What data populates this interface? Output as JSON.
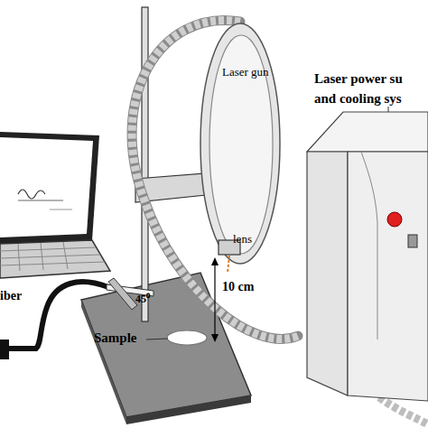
{
  "diagram": {
    "nodes": [
      {
        "text": [
          "Laser gun"
        ]
      },
      {
        "text": [
          "Laser power su and cooling sys"
        ]
      }
    ],
    "edges": [
      {
        "from": 0,
        "to": 1,
        "arrow": "none"
      }
    ],
    "labels": [
      "lens",
      "45⁰",
      "10 cm",
      "Sample",
      "iber"
    ]
  }
}
